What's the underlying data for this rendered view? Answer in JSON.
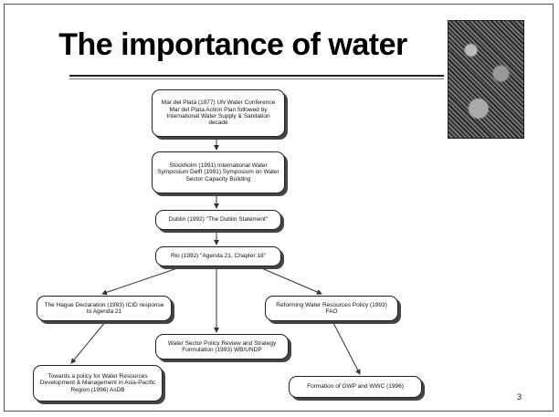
{
  "slide": {
    "title": "The importance of water",
    "page_number": "3"
  },
  "nodes": {
    "mar_del_plata": "Mar del Plata (1977) UN Water Conference Mar del Plata Action Plan followed by International Water Supply & Sanitation decade",
    "stockholm_delft": "Stockholm (1991) International Water Symposium Delft (1991) Symposium on Water Sector Capacity Building",
    "dublin": "Dublin (1992) \"The Dublin Statement\"",
    "rio": "Rio (1992) \"Agenda 21, Chapter 18\"",
    "hague": "The Hague Declaration (1993) ICID response to Agenda 21",
    "wb_undp": "Water Sector Policy Review and Strategy Formulation (1993) WB/UNDP",
    "fao": "Reforming Water Resources Policy (1993) FAO",
    "adb": "Towards a policy for Water Resources Development & Management in Asia-Pacific Region (1996) AsDB",
    "gwp_wwc": "Formation of GWP and WWC (1996)"
  },
  "colors": {
    "border": "#222222",
    "shadow": "#444444",
    "line": "#333333"
  },
  "icons": {
    "photo": "water-photo-image"
  }
}
